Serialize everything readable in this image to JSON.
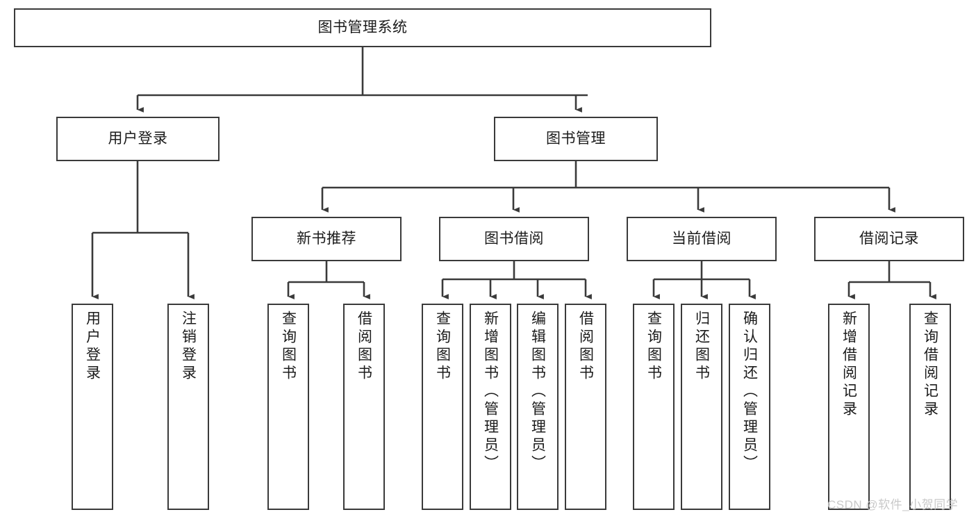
{
  "diagram": {
    "type": "tree-hierarchy-chart",
    "title": "图书管理系统",
    "watermark": "CSDN @软件_小贺同学",
    "colors": {
      "background": "#ffffff",
      "box_fill": "#ffffff",
      "box_stroke": "#3a3a3a",
      "connector": "#3a3a3a",
      "text": "#1b1b1b",
      "watermark": "#c9c9c9"
    },
    "root": {
      "id": "root",
      "label": "图书管理系统",
      "orientation": "horizontal"
    },
    "level2": [
      {
        "id": "user-login",
        "label": "用户登录",
        "orientation": "horizontal"
      },
      {
        "id": "book-management",
        "label": "图书管理",
        "orientation": "horizontal"
      }
    ],
    "level3": [
      {
        "id": "new-book-recommend",
        "label": "新书推荐",
        "orientation": "horizontal",
        "parent": "book-management"
      },
      {
        "id": "book-borrow",
        "label": "图书借阅",
        "orientation": "horizontal",
        "parent": "book-management"
      },
      {
        "id": "current-borrow",
        "label": "当前借阅",
        "orientation": "horizontal",
        "parent": "book-management"
      },
      {
        "id": "borrow-record",
        "label": "借阅记录",
        "orientation": "horizontal",
        "parent": "book-management"
      }
    ],
    "leaves": [
      {
        "id": "leaf-user-login",
        "label": "用户登录",
        "orientation": "vertical",
        "parent": "user-login"
      },
      {
        "id": "leaf-user-logout",
        "label": "注销登录",
        "orientation": "vertical",
        "parent": "user-login"
      },
      {
        "id": "leaf-query-book-1",
        "label": "查询图书",
        "orientation": "vertical",
        "parent": "new-book-recommend"
      },
      {
        "id": "leaf-borrow-book-1",
        "label": "借阅图书",
        "orientation": "vertical",
        "parent": "new-book-recommend"
      },
      {
        "id": "leaf-query-book-2",
        "label": "查询图书",
        "orientation": "vertical",
        "parent": "book-borrow"
      },
      {
        "id": "leaf-add-book-admin",
        "label": "新增图书（管理员）",
        "orientation": "vertical",
        "parent": "book-borrow"
      },
      {
        "id": "leaf-edit-book-admin",
        "label": "编辑图书（管理员）",
        "orientation": "vertical",
        "parent": "book-borrow"
      },
      {
        "id": "leaf-borrow-book-2",
        "label": "借阅图书",
        "orientation": "vertical",
        "parent": "book-borrow"
      },
      {
        "id": "leaf-query-book-3",
        "label": "查询图书",
        "orientation": "vertical",
        "parent": "current-borrow"
      },
      {
        "id": "leaf-return-book",
        "label": "归还图书",
        "orientation": "vertical",
        "parent": "current-borrow"
      },
      {
        "id": "leaf-confirm-return-admin",
        "label": "确认归还（管理员）",
        "orientation": "vertical",
        "parent": "current-borrow"
      },
      {
        "id": "leaf-add-borrow-record",
        "label": "新增借阅记录",
        "orientation": "vertical",
        "parent": "borrow-record"
      },
      {
        "id": "leaf-query-borrow-record",
        "label": "查询借阅记录",
        "orientation": "vertical",
        "parent": "borrow-record"
      }
    ]
  }
}
